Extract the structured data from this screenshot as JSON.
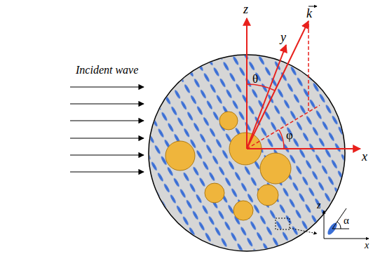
{
  "diagram": {
    "labels": [
      "Incident wave",
      "z",
      "k",
      "θ",
      "y",
      "φ",
      "x",
      "z",
      "x",
      "α"
    ]
  }
}
